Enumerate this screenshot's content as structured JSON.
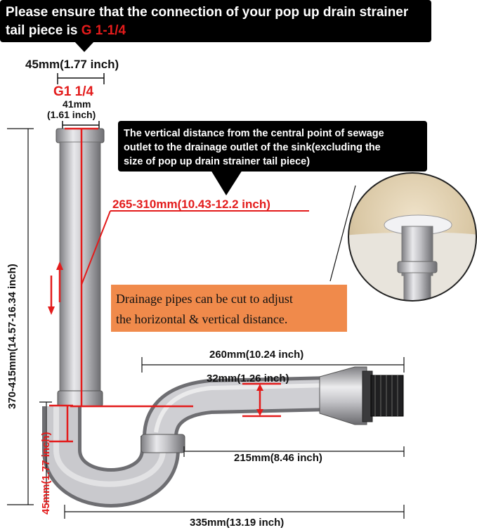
{
  "top_banner": {
    "line1": "Please ensure that the connection of your pop up drain strainer",
    "line2_prefix": "tail piece is ",
    "line2_highlight": "G 1-1/4"
  },
  "dimensions": {
    "outer_diameter": "45mm(1.77 inch)",
    "thread_label": "G1 1/4",
    "inner_diameter_mm": "41mm",
    "inner_diameter_in": "(1.61 inch)",
    "vertical_range": "265-310mm(10.43-12.2 inch)",
    "total_height": "370-415mm(14.57-16.34 inch)",
    "bottom_height": "45mm(1.77 inch)",
    "outlet_length": "260mm(10.24 inch)",
    "pipe_diameter_mm": "32mm",
    "pipe_diameter_in": "(1.26 inch)",
    "horizontal_length": "215mm(8.46 inch)",
    "total_width": "335mm(13.19 inch)"
  },
  "callout": {
    "line1": "The vertical distance from the central point of sewage",
    "line2": "outlet to the drainage outlet of the sink(excluding the",
    "line3": "size of pop up drain strainer tail piece)"
  },
  "note": {
    "line1": "Drainage pipes can be cut to adjust",
    "line2": "the horizontal & vertical distance."
  },
  "colors": {
    "banner_bg": "#000000",
    "accent_red": "#e31b1b",
    "note_bg": "#f08a4b",
    "metal": "#b8b8bc"
  }
}
